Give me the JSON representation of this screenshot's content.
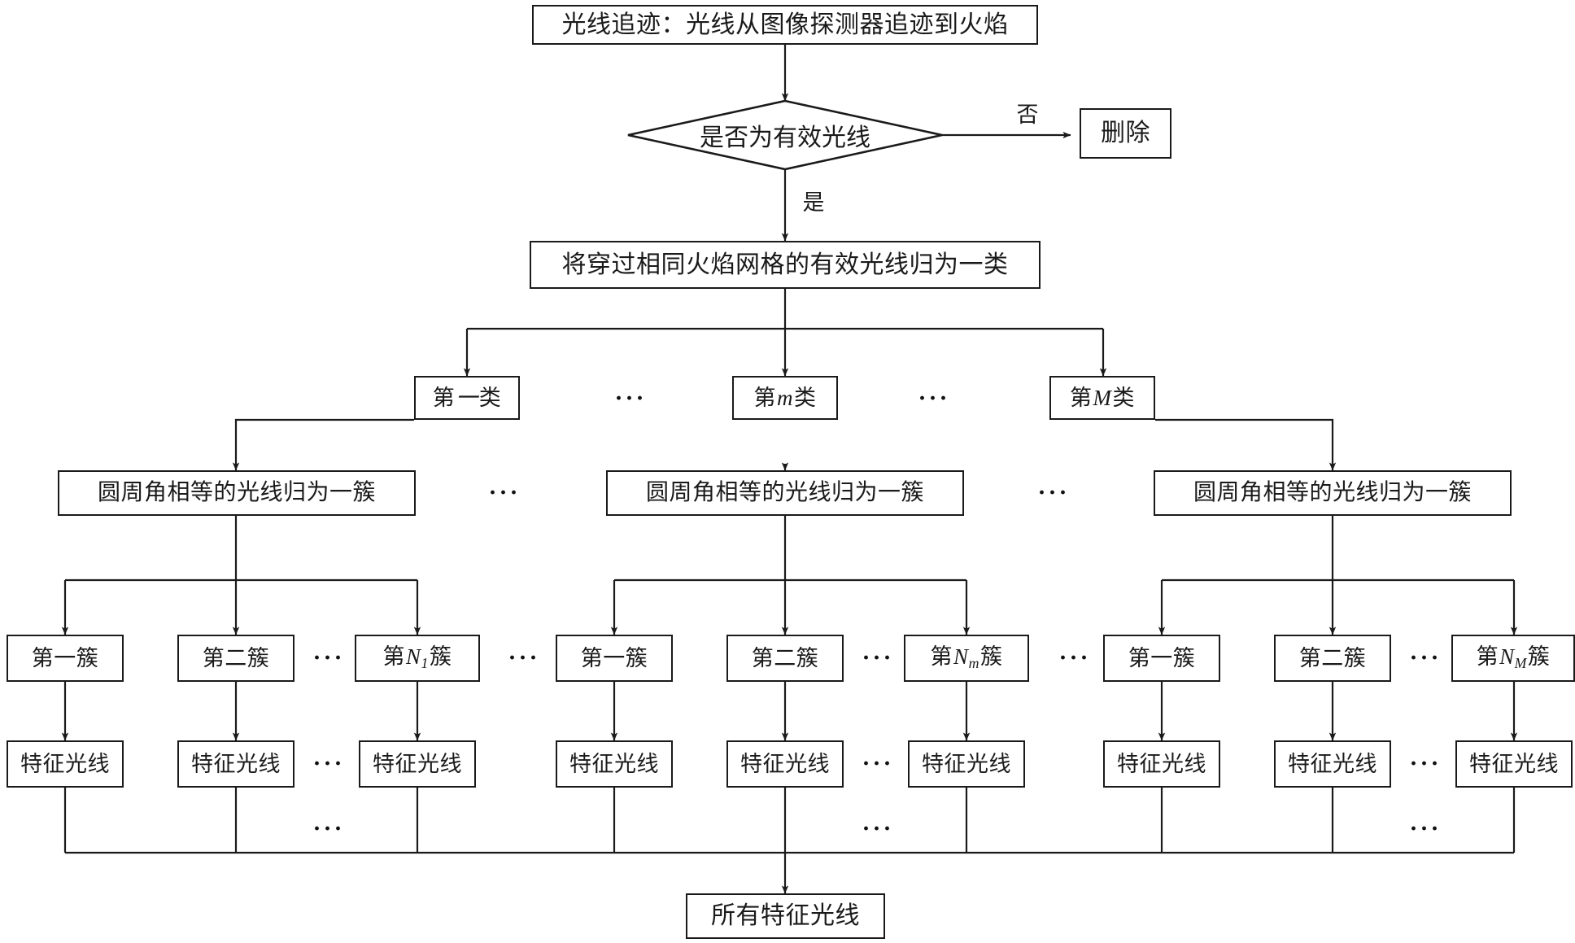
{
  "diagram": {
    "title_box": "光线追迹：光线从图像探测器追迹到火焰",
    "decision": "是否为有效光线",
    "decision_no_label": "否",
    "decision_yes_label": "是",
    "delete_box": "删除",
    "group_box": "将穿过相同火焰网格的有效光线归为一类",
    "final_box": "所有特征光线",
    "ellipsis": "···",
    "class_row": [
      {
        "prefix": "第",
        "var": "一",
        "var_italic": false,
        "sub": "",
        "suffix": "类"
      },
      {
        "prefix": "第",
        "var": "m",
        "var_italic": true,
        "sub": "",
        "suffix": "类"
      },
      {
        "prefix": "第",
        "var": "M",
        "var_italic": true,
        "sub": "",
        "suffix": "类"
      }
    ],
    "circ_box": "圆周角相等的光线归为一簇",
    "cluster_groups": [
      [
        {
          "prefix": "第",
          "var": "一",
          "var_italic": false,
          "sub": "",
          "suffix": "簇"
        },
        {
          "prefix": "第",
          "var": "二",
          "var_italic": false,
          "sub": "",
          "suffix": "簇"
        },
        {
          "prefix": "第",
          "var": "N",
          "var_italic": true,
          "sub": "1",
          "suffix": "簇"
        }
      ],
      [
        {
          "prefix": "第",
          "var": "一",
          "var_italic": false,
          "sub": "",
          "suffix": "簇"
        },
        {
          "prefix": "第",
          "var": "二",
          "var_italic": false,
          "sub": "",
          "suffix": "簇"
        },
        {
          "prefix": "第",
          "var": "N",
          "var_italic": true,
          "sub": "m",
          "suffix": "簇"
        }
      ],
      [
        {
          "prefix": "第",
          "var": "一",
          "var_italic": false,
          "sub": "",
          "suffix": "簇"
        },
        {
          "prefix": "第",
          "var": "二",
          "var_italic": false,
          "sub": "",
          "suffix": "簇"
        },
        {
          "prefix": "第",
          "var": "N",
          "var_italic": true,
          "sub": "M",
          "suffix": "簇"
        }
      ]
    ],
    "feature_ray": "特征光线",
    "colors": {
      "stroke": "#1a1a1a",
      "background": "#ffffff",
      "text": "#1a1a1a"
    }
  }
}
